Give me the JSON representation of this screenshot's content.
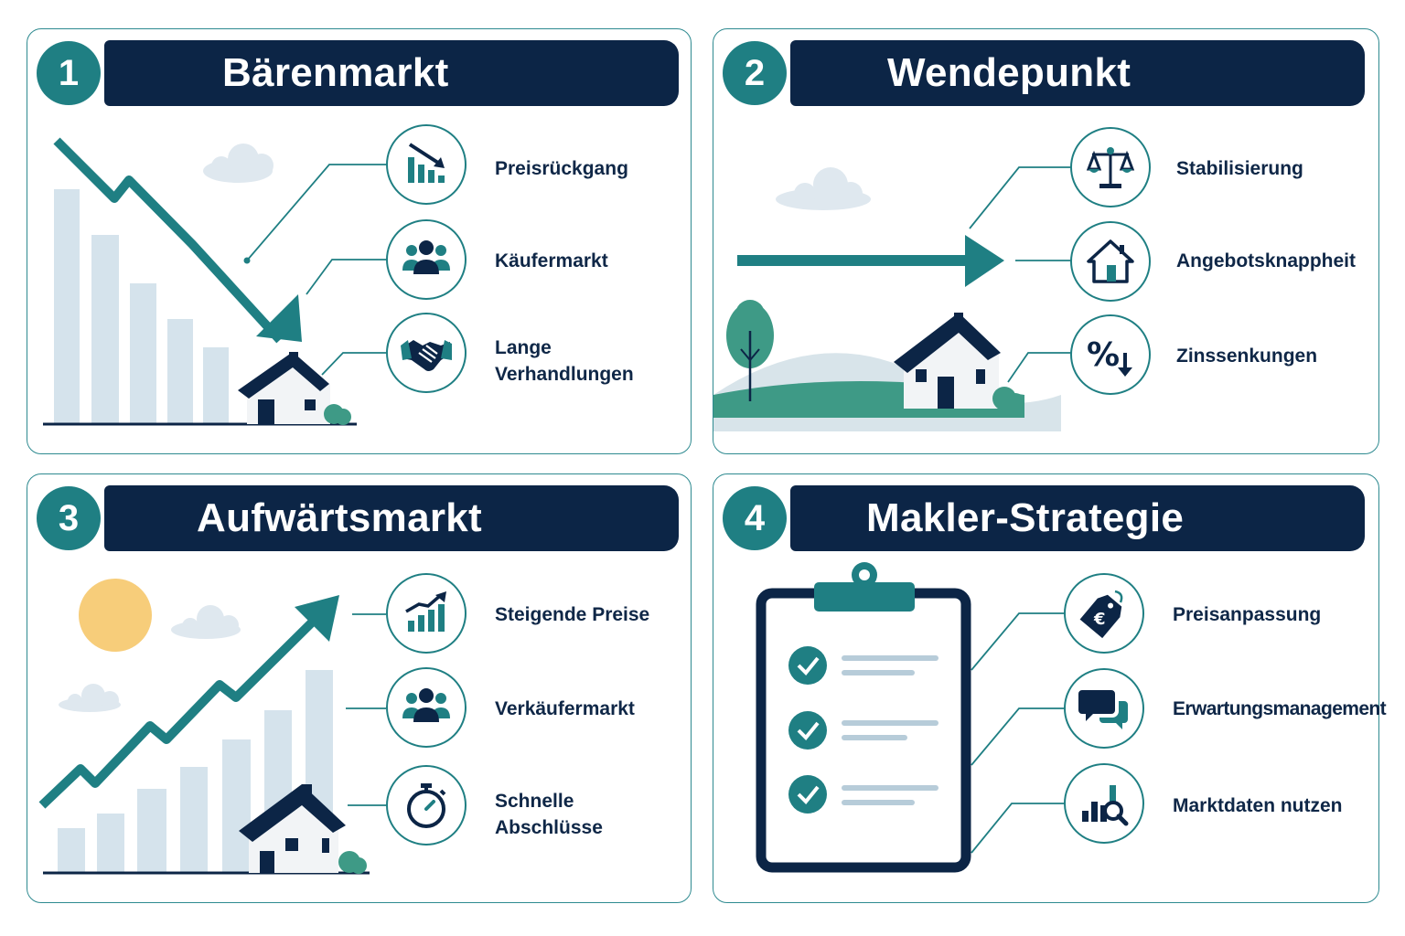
{
  "colors": {
    "navy": "#0c2546",
    "teal": "#1f7f83",
    "bar": "#d5e3ec",
    "sun": "#f7cd7a",
    "green": "#3e9a86"
  },
  "panels": [
    {
      "number": "1",
      "title": "Bärenmarkt",
      "items": [
        {
          "label": "Preisrückgang",
          "icon": "bar-chart-down-icon"
        },
        {
          "label": "Käufermarkt",
          "icon": "people-group-icon"
        },
        {
          "label_lines": [
            "Lange",
            "Verhandlungen"
          ],
          "icon": "handshake-icon"
        }
      ]
    },
    {
      "number": "2",
      "title": "Wendepunkt",
      "items": [
        {
          "label": "Stabilisierung",
          "icon": "balance-scale-icon"
        },
        {
          "label": "Angebotsknappheit",
          "icon": "house-icon"
        },
        {
          "label": "Zinssenkungen",
          "icon": "percent-down-icon"
        }
      ]
    },
    {
      "number": "3",
      "title": "Aufwärtsmarkt",
      "items": [
        {
          "label": "Steigende Preise",
          "icon": "bar-chart-up-icon"
        },
        {
          "label": "Verkäufermarkt",
          "icon": "people-group-icon"
        },
        {
          "label_lines": [
            "Schnelle",
            "Abschlüsse"
          ],
          "icon": "stopwatch-icon"
        }
      ]
    },
    {
      "number": "4",
      "title": "Makler-Strategie",
      "items": [
        {
          "label": "Preisanpassung",
          "icon": "euro-price-tag-icon"
        },
        {
          "label": "Erwartungsmanagement",
          "icon": "speech-bubbles-icon"
        },
        {
          "label": "Marktdaten nutzen",
          "icon": "data-search-icon"
        }
      ]
    }
  ]
}
